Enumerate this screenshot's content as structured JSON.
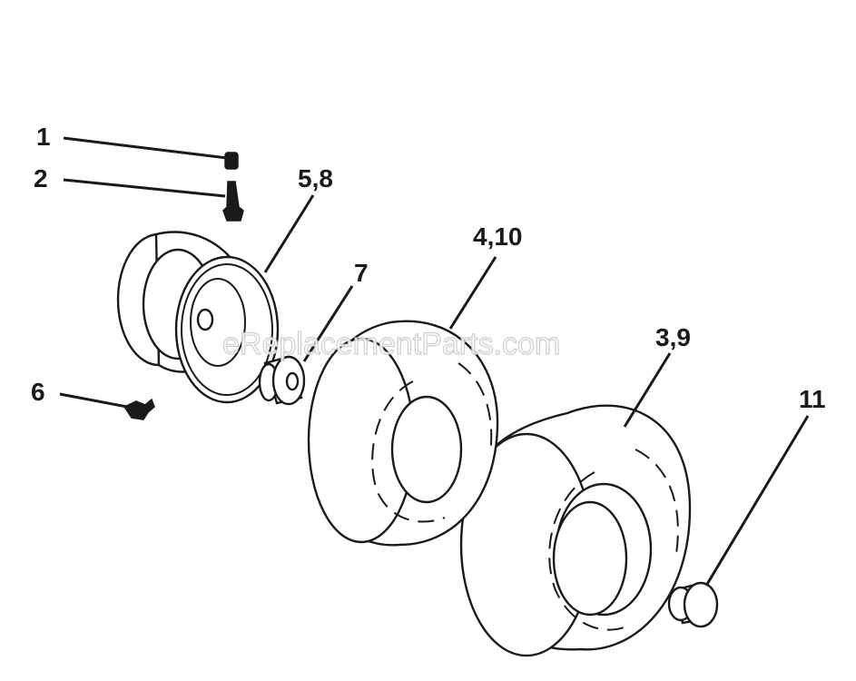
{
  "watermark": "eReplacementParts.com",
  "callouts": [
    {
      "id": "1",
      "text": "1"
    },
    {
      "id": "2",
      "text": "2"
    },
    {
      "id": "5-8",
      "text": "5,8"
    },
    {
      "id": "7",
      "text": "7"
    },
    {
      "id": "4-10",
      "text": "4,10"
    },
    {
      "id": "3-9",
      "text": "3,9"
    },
    {
      "id": "6",
      "text": "6"
    },
    {
      "id": "11",
      "text": "11"
    }
  ]
}
